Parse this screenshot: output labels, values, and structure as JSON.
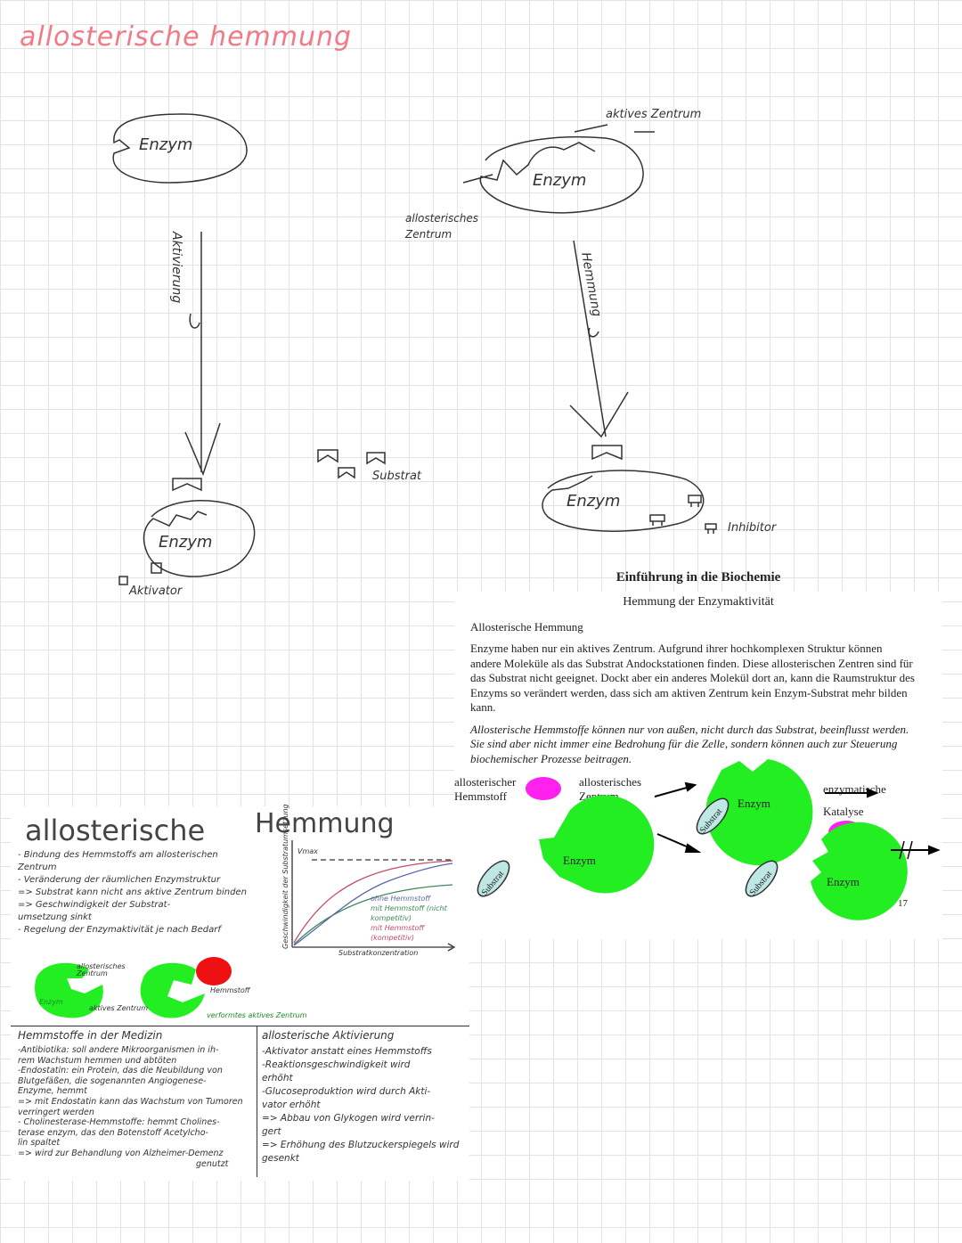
{
  "header": {
    "title": "allosterische hemmung"
  },
  "sketch_left": {
    "enzyme_top": "Enzym",
    "arrow_label": "Aktivierung",
    "enzyme_bottom": "Enzym",
    "activator_label": "Aktivator"
  },
  "sketch_middle": {
    "substrate_label": "Substrat"
  },
  "sketch_right": {
    "active_center": "aktives Zentrum",
    "allosteric_center": "allosterisches Zentrum",
    "enzyme_top": "Enzym",
    "arrow_label": "Hemmung",
    "enzyme_bottom": "Enzym",
    "inhibitor_label": "Inhibitor"
  },
  "book": {
    "title": "Einführung in die Biochemie",
    "subtitle": "Hemmung der Enzymaktivität",
    "section": "Allosterische Hemmung",
    "p1": "Enzyme haben nur ein aktives Zentrum. Aufgrund ihrer hochkomplexen Struktur können andere Moleküle als das Substrat Andockstationen finden. Diese allosterischen Zentren sind für das Substrat nicht geeignet. Dockt aber ein anderes Molekül dort an, kann die Raumstruktur des Enzyms so verändert werden, dass sich am aktiven Zentrum kein Enzym-Substrat mehr bilden kann.",
    "p2": "Allosterische Hemmstoffe können nur von außen, nicht durch das Substrat, beeinflusst werden. Sie sind aber nicht immer eine Bedrohung für die Zelle, sondern können auch zur Steuerung biochemischer Prozesse beitragen.",
    "label_inhibitor": "allosterischer Hemmstoff",
    "label_center": "allosterisches Zentrum",
    "label_catalysis": "enzymatische Katalyse",
    "enzyme": "Enzym",
    "substrate": "Substrat",
    "page_number": "17"
  },
  "note": {
    "title_a": "allosterische",
    "title_b": "Hemmung",
    "bullets": [
      "- Bindung des Hemmstoffs am allosterischen Zentrum",
      "- Veränderung der räumlichen Enzymstruktur",
      "=> Substrat kann nicht ans aktive Zentrum binden => Geschwindigkeit der Substrat-",
      "umsetzung sinkt",
      "- Regelung der Enzymaktivität je nach Bedarf"
    ],
    "graph": {
      "ylabel": "Geschwindigkeit der Substratumsetzung",
      "xlabel": "Substratkonzentration",
      "vmax": "Vmax",
      "legend": [
        "ohne Hemmstoff",
        "mit Hemmstoff (nicht kompetitiv)",
        "mit Hemmstoff (kompetitiv)"
      ]
    },
    "diagram": {
      "allosteric_center": "allosterisches Zentrum",
      "enzyme": "Enzym",
      "active_center": "aktives Zentrum",
      "inhibitor": "Hemmstoff",
      "deformed": "verformtes aktives Zentrum"
    },
    "medicine": {
      "title": "Hemmstoffe in der Medizin",
      "lines": [
        "-Antibiotika: soll andere Mikroorganismen in ih-",
        "rem Wachstum hemmen und abtöten",
        "-Endostatin: ein Protein, das die Neubildung von",
        "Blutgefäßen, die sogenannten Angiogenese-",
        "Enzyme, hemmt",
        "=> mit Endostatin kann das Wachstum von Tumoren",
        "verringert werden",
        "- Cholinesterase-Hemmstoffe: hemmt Cholines-",
        "terase enzym, das den Botenstoff Acetylcho-",
        "lin spaltet",
        "=> wird zur Behandlung von Alzheimer-Demenz",
        "genutzt"
      ]
    },
    "activation": {
      "title": "allosterische Aktivierung",
      "lines": [
        "-Aktivator anstatt eines Hemmstoffs",
        "-Reaktionsgeschwindigkeit wird",
        "erhöht",
        "-Glucoseproduktion wird durch Akti-",
        "vator erhöht",
        "=> Abbau von Glykogen wird verrin-",
        "gert",
        "=> Erhöhung des Blutzuckerspiegels wird",
        "gesenkt"
      ]
    }
  },
  "colors": {
    "enzyme_green": "#22ee22",
    "inhibitor_magenta": "#ff22ee",
    "inhibitor_red": "#ee1111",
    "title_pink": "#f07a86"
  }
}
